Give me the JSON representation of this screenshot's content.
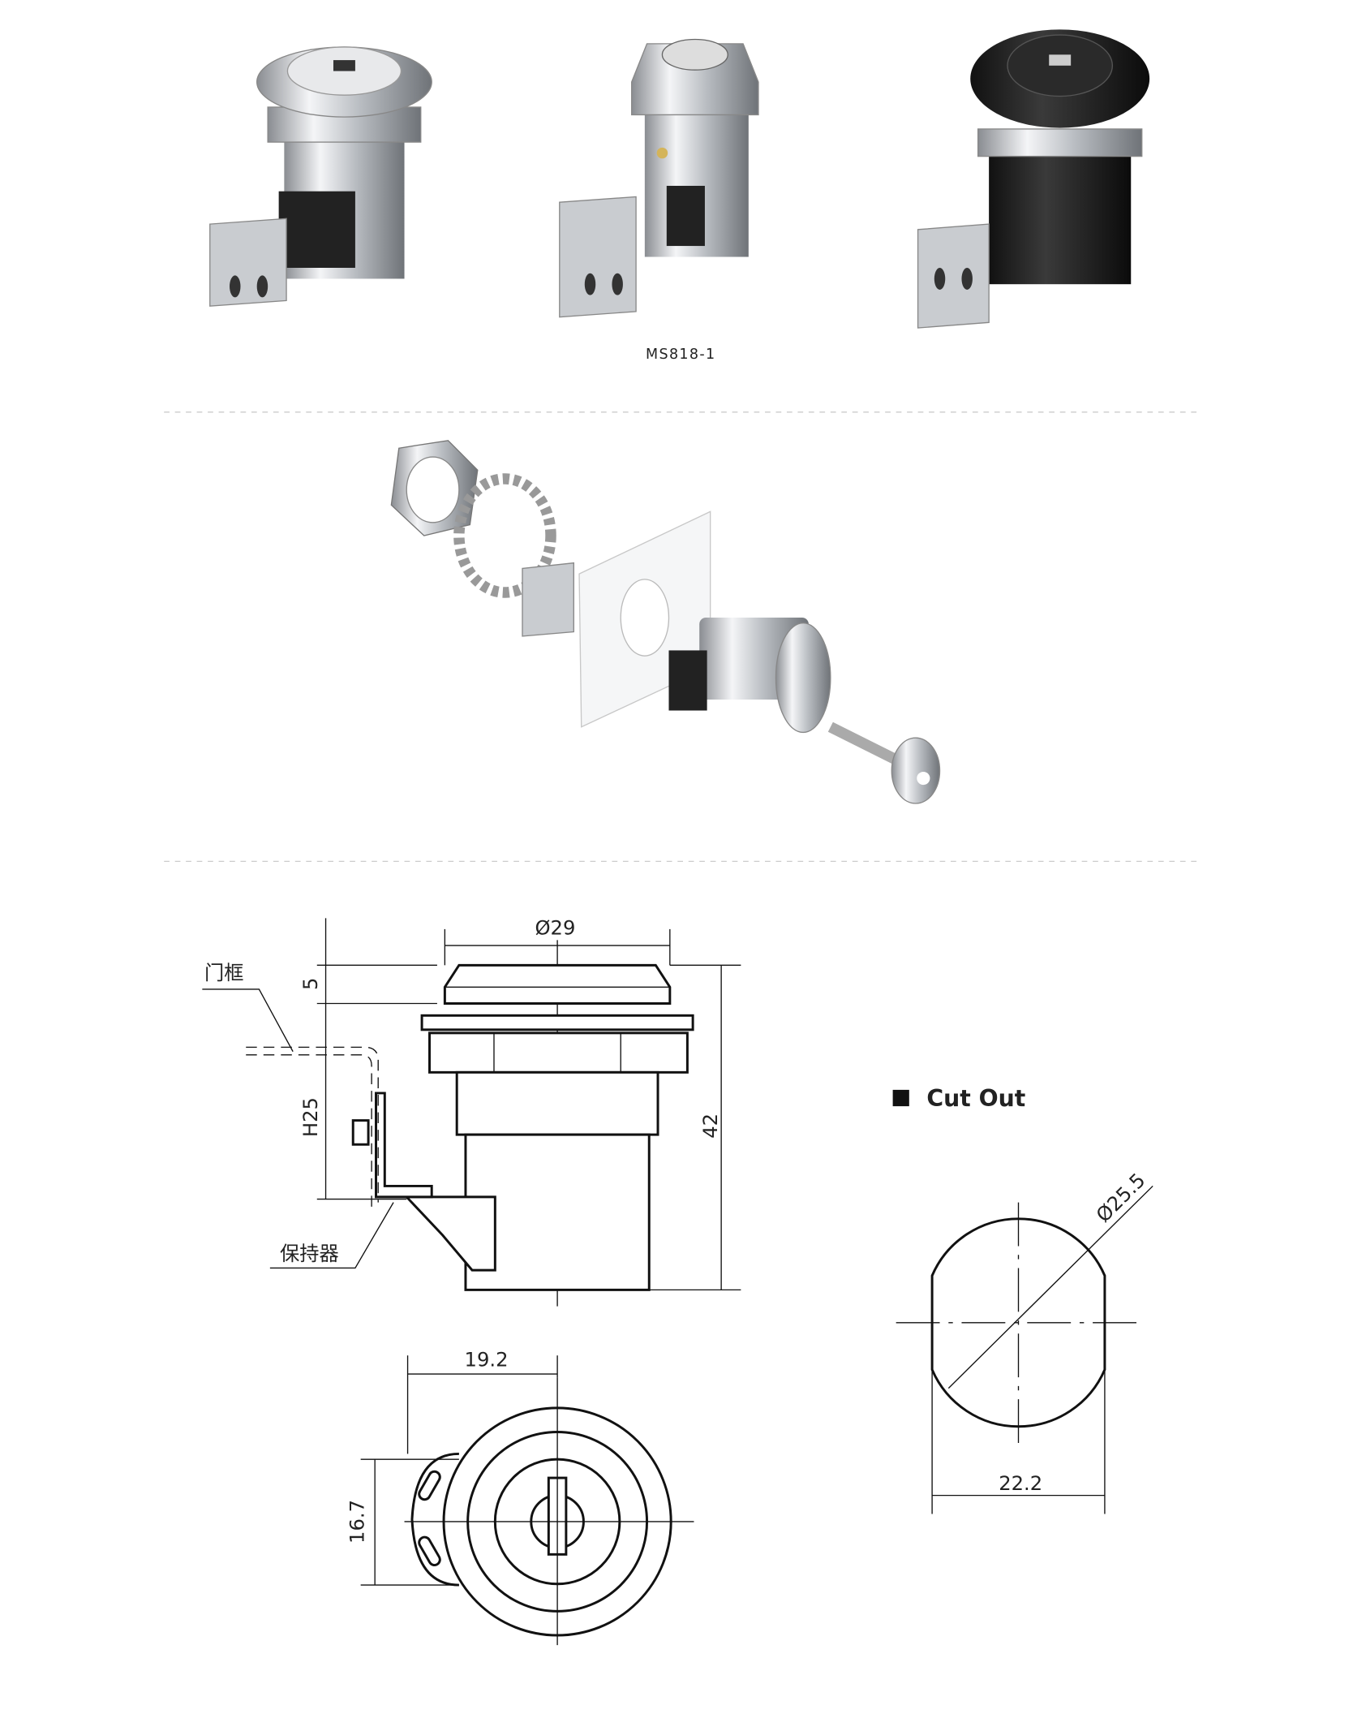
{
  "product": {
    "model": "MS818-1"
  },
  "drawing": {
    "dim_diameter": "Ø29",
    "dim_head": "5",
    "dim_height": "H25",
    "dim_total": "42",
    "label_frame": "门框",
    "label_retainer": "保持器",
    "dim_width": "19.2",
    "dim_offset": "16.7"
  },
  "cutout": {
    "title": "Cut Out",
    "dim_diameter": "Ø25.5",
    "dim_width": "22.2"
  }
}
